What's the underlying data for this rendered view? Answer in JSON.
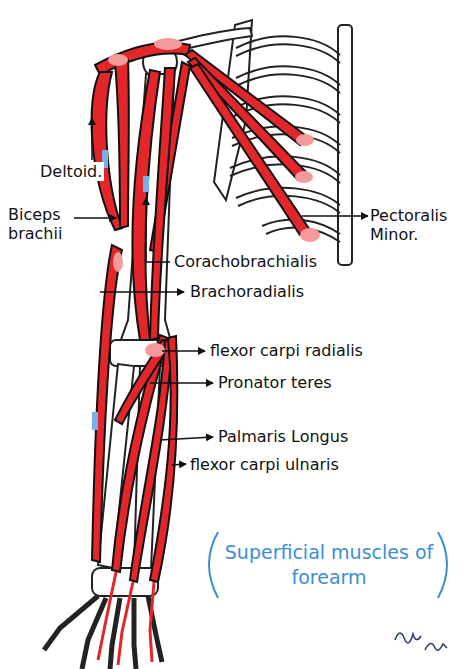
{
  "diagram": {
    "title": "Superficial muscles of forearm",
    "labels": [
      "Deltoid.",
      "Biceps brachii",
      "Pectoralis Minor.",
      "Corachobrachialis",
      "Brachoradialis",
      "flexor carpi radialis",
      "Pronator teres",
      "Palmaris Longus",
      "flexor carpi ulnaris"
    ]
  }
}
